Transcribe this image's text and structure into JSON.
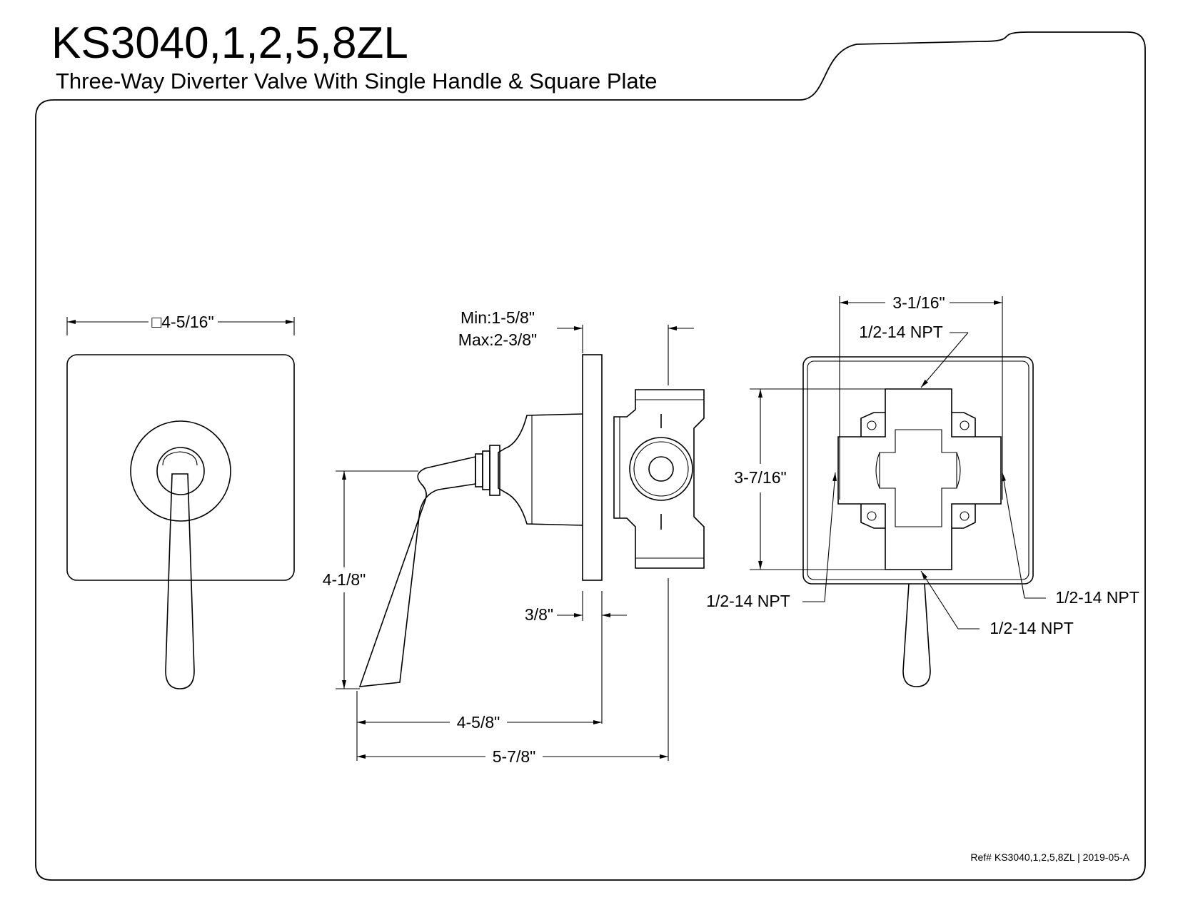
{
  "header": {
    "title": "KS3040,1,2,5,8ZL",
    "subtitle": "Three-Way Diverter Valve With Single Handle & Square Plate"
  },
  "front_view": {
    "plate_width": "□4-5/16\""
  },
  "side_view": {
    "wall_min": "Min:1-5/8\"",
    "wall_max": "Max:2-3/8\"",
    "handle_height": "4-1/8\"",
    "plate_thickness": "3/8\"",
    "handle_reach": "4-5/8\"",
    "overall_depth": "5-7/8\""
  },
  "rear_view": {
    "body_width": "3-1/16\"",
    "body_height": "3-7/16\"",
    "port_top": "1/2-14 NPT",
    "port_left": "1/2-14 NPT",
    "port_right": "1/2-14 NPT",
    "port_bottom": "1/2-14 NPT"
  },
  "footer": {
    "reference": "Ref# KS3040,1,2,5,8ZL | 2019-05-A"
  }
}
